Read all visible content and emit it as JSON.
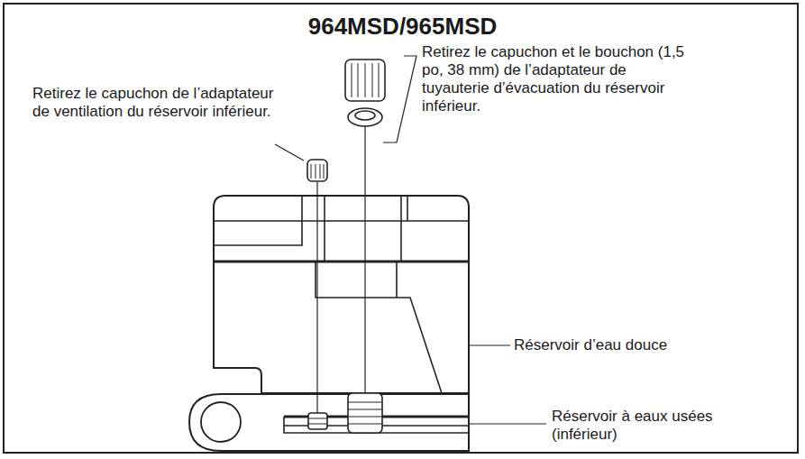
{
  "diagram": {
    "title": "964MSD/965MSD",
    "labels": [
      "Retirez le capuchon de l’adaptateur de ventilation du réservoir inférieur.",
      "Retirez le capuchon et le bouchon (1,5 po, 38 mm) de l’adaptateur de tuyauterie d’évacuation du réservoir inférieur.",
      "Réservoir d’eau douce",
      "Réservoir à eaux usées (inférieur)"
    ]
  }
}
